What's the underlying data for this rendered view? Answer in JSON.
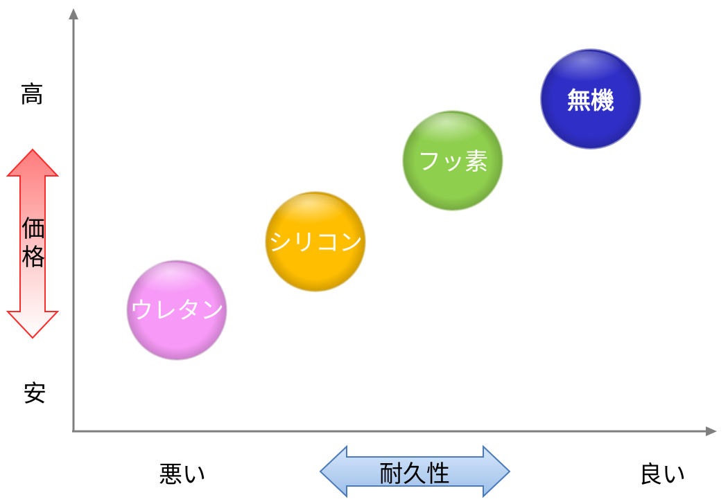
{
  "y_axis": {
    "high_label": "高",
    "low_label": "安",
    "title_char_1": "価",
    "title_char_2": "格"
  },
  "x_axis": {
    "left_label": "悪い",
    "right_label": "良い",
    "title": "耐久性"
  },
  "bubbles": [
    {
      "label": "ウレタン",
      "color": "#f79af7",
      "text_color": "#ffffff"
    },
    {
      "label": "シリコン",
      "color": "#ffbe00",
      "text_color": "#ffffff"
    },
    {
      "label": "フッ素",
      "color": "#8fcf4e",
      "text_color": "#ffffff"
    },
    {
      "label": "無機",
      "color": "#2f2fc8",
      "text_color": "#ffffff"
    }
  ],
  "colors": {
    "axis": "#7f7f7f",
    "price_arrow_fill": "#ff5f5f",
    "price_arrow_stroke": "#ff0000",
    "durability_arrow_fill": "#a9c8ee",
    "durability_arrow_stroke": "#4a7ab8"
  }
}
